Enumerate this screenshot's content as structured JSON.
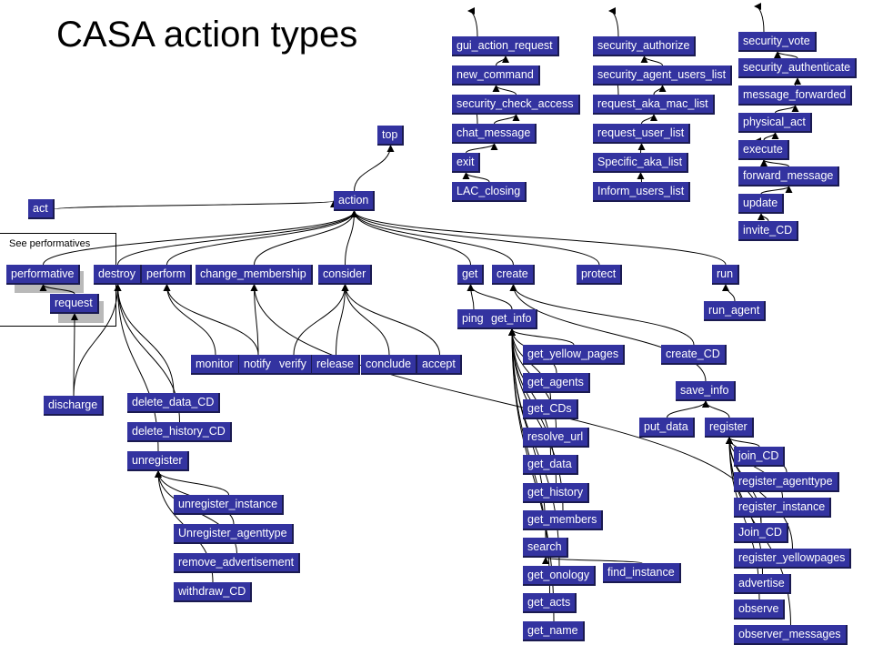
{
  "title": "CASA action types",
  "note_label": "See performatives",
  "colors": {
    "node_fill": "#3333a0",
    "node_text": "#ffffff",
    "edge": "#000000",
    "shadow": "#b9b9b9"
  },
  "nodes": {
    "gui_action_request": "gui_action_request",
    "new_command": "new_command",
    "security_check_access": "security_check_access",
    "chat_message": "chat_message",
    "exit": "exit",
    "LAC_closing": "LAC_closing",
    "security_authorize": "security_authorize",
    "security_agent_users_list": "security_agent_users_list",
    "request_aka_mac_list": "request_aka_mac_list",
    "request_user_list": "request_user_list",
    "Specific_aka_list": "Specific_aka_list",
    "Inform_users_list": "Inform_users_list",
    "security_vote": "security_vote",
    "security_authenticate": "security_authenticate",
    "message_forwarded": "message_forwarded",
    "physical_act": "physical_act",
    "execute": "execute",
    "forward_message": "forward_message",
    "update": "update",
    "invite_CD": "invite_CD",
    "top": "top",
    "act": "act",
    "action": "action",
    "performative": "performative",
    "destroy": "destroy",
    "perform": "perform",
    "change_membership": "change_membership",
    "consider": "consider",
    "get": "get",
    "create": "create",
    "protect": "protect",
    "run": "run",
    "request": "request",
    "run_agent": "run_agent",
    "ping": "ping",
    "get_info": "get_info",
    "monitor": "monitor",
    "notify": "notify",
    "verify": "verify",
    "release": "release",
    "conclude": "conclude",
    "accept": "accept",
    "create_CD": "create_CD",
    "get_yellow_pages": "get_yellow_pages",
    "discharge": "discharge",
    "delete_data_CD": "delete_data_CD",
    "delete_history_CD": "delete_history_CD",
    "unregister": "unregister",
    "get_agents": "get_agents",
    "save_info": "save_info",
    "get_CDs": "get_CDs",
    "put_data": "put_data",
    "register": "register",
    "resolve_url": "resolve_url",
    "get_data": "get_data",
    "join_CD": "join_CD",
    "register_agenttype": "register_agenttype",
    "get_history": "get_history",
    "unregister_instance": "unregister_instance",
    "register_instance": "register_instance",
    "get_members": "get_members",
    "Unregister_agenttype": "Unregister_agenttype",
    "Join_CD": "Join_CD",
    "search": "search",
    "register_yellowpages": "register_yellowpages",
    "remove_advertisement": "remove_advertisement",
    "get_onology": "get_onology",
    "find_instance": "find_instance",
    "advertise": "advertise",
    "withdraw_CD": "withdraw_CD",
    "get_acts": "get_acts",
    "observe": "observe",
    "get_name": "get_name",
    "observer_messages": "observer_messages"
  },
  "edges": [
    [
      "action",
      "top"
    ],
    [
      "performative",
      "action"
    ],
    [
      "destroy",
      "action"
    ],
    [
      "perform",
      "action"
    ],
    [
      "change_membership",
      "action"
    ],
    [
      "consider",
      "action"
    ],
    [
      "get",
      "action"
    ],
    [
      "create",
      "action"
    ],
    [
      "protect",
      "action"
    ],
    [
      "run",
      "action"
    ],
    [
      "act",
      "action"
    ],
    [
      "request",
      "performative"
    ],
    [
      "discharge",
      "request"
    ],
    [
      "delete_data_CD",
      "destroy"
    ],
    [
      "delete_history_CD",
      "destroy"
    ],
    [
      "unregister",
      "destroy"
    ],
    [
      "discharge",
      "destroy"
    ],
    [
      "unregister_instance",
      "unregister"
    ],
    [
      "Unregister_agenttype",
      "unregister"
    ],
    [
      "remove_advertisement",
      "unregister"
    ],
    [
      "withdraw_CD",
      "unregister"
    ],
    [
      "monitor",
      "perform"
    ],
    [
      "notify",
      "perform"
    ],
    [
      "notify",
      "change_membership"
    ],
    [
      "Join_CD",
      "change_membership"
    ],
    [
      "verify",
      "consider"
    ],
    [
      "release",
      "consider"
    ],
    [
      "conclude",
      "consider"
    ],
    [
      "accept",
      "consider"
    ],
    [
      "ping",
      "get"
    ],
    [
      "get_info",
      "get"
    ],
    [
      "get_yellow_pages",
      "get_info"
    ],
    [
      "get_agents",
      "get_info"
    ],
    [
      "get_CDs",
      "get_info"
    ],
    [
      "resolve_url",
      "get_info"
    ],
    [
      "get_data",
      "get_info"
    ],
    [
      "get_history",
      "get_info"
    ],
    [
      "get_members",
      "get_info"
    ],
    [
      "search",
      "get_info"
    ],
    [
      "get_onology",
      "get_info"
    ],
    [
      "get_acts",
      "get_info"
    ],
    [
      "get_name",
      "get_info"
    ],
    [
      "find_instance",
      "search"
    ],
    [
      "create_CD",
      "create"
    ],
    [
      "save_info",
      "create"
    ],
    [
      "put_data",
      "save_info"
    ],
    [
      "register",
      "save_info"
    ],
    [
      "join_CD",
      "register"
    ],
    [
      "register_agenttype",
      "register"
    ],
    [
      "register_instance",
      "register"
    ],
    [
      "Join_CD",
      "register"
    ],
    [
      "register_yellowpages",
      "register"
    ],
    [
      "advertise",
      "register"
    ],
    [
      "observe",
      "register"
    ],
    [
      "observer_messages",
      "register"
    ],
    [
      "run_agent",
      "run"
    ],
    [
      "LAC_closing",
      "exit"
    ],
    [
      "exit",
      "chat_message"
    ],
    [
      "chat_message",
      "security_check_access"
    ],
    [
      "security_check_access",
      "new_command"
    ],
    [
      "new_command",
      "gui_action_request"
    ],
    [
      "Inform_users_list",
      "Specific_aka_list"
    ],
    [
      "Specific_aka_list",
      "request_user_list"
    ],
    [
      "request_user_list",
      "request_aka_mac_list"
    ],
    [
      "request_aka_mac_list",
      "security_agent_users_list"
    ],
    [
      "security_agent_users_list",
      "security_authorize"
    ],
    [
      "invite_CD",
      "update"
    ],
    [
      "update",
      "forward_message"
    ],
    [
      "forward_message",
      "execute"
    ],
    [
      "execute",
      "physical_act"
    ],
    [
      "physical_act",
      "message_forwarded"
    ],
    [
      "message_forwarded",
      "security_authenticate"
    ],
    [
      "security_authenticate",
      "security_vote"
    ]
  ],
  "stub_arrows": [
    "gui_action_request",
    "security_authorize",
    "security_vote",
    "chat_message",
    "request_aka_mac_list",
    "forward_message"
  ]
}
